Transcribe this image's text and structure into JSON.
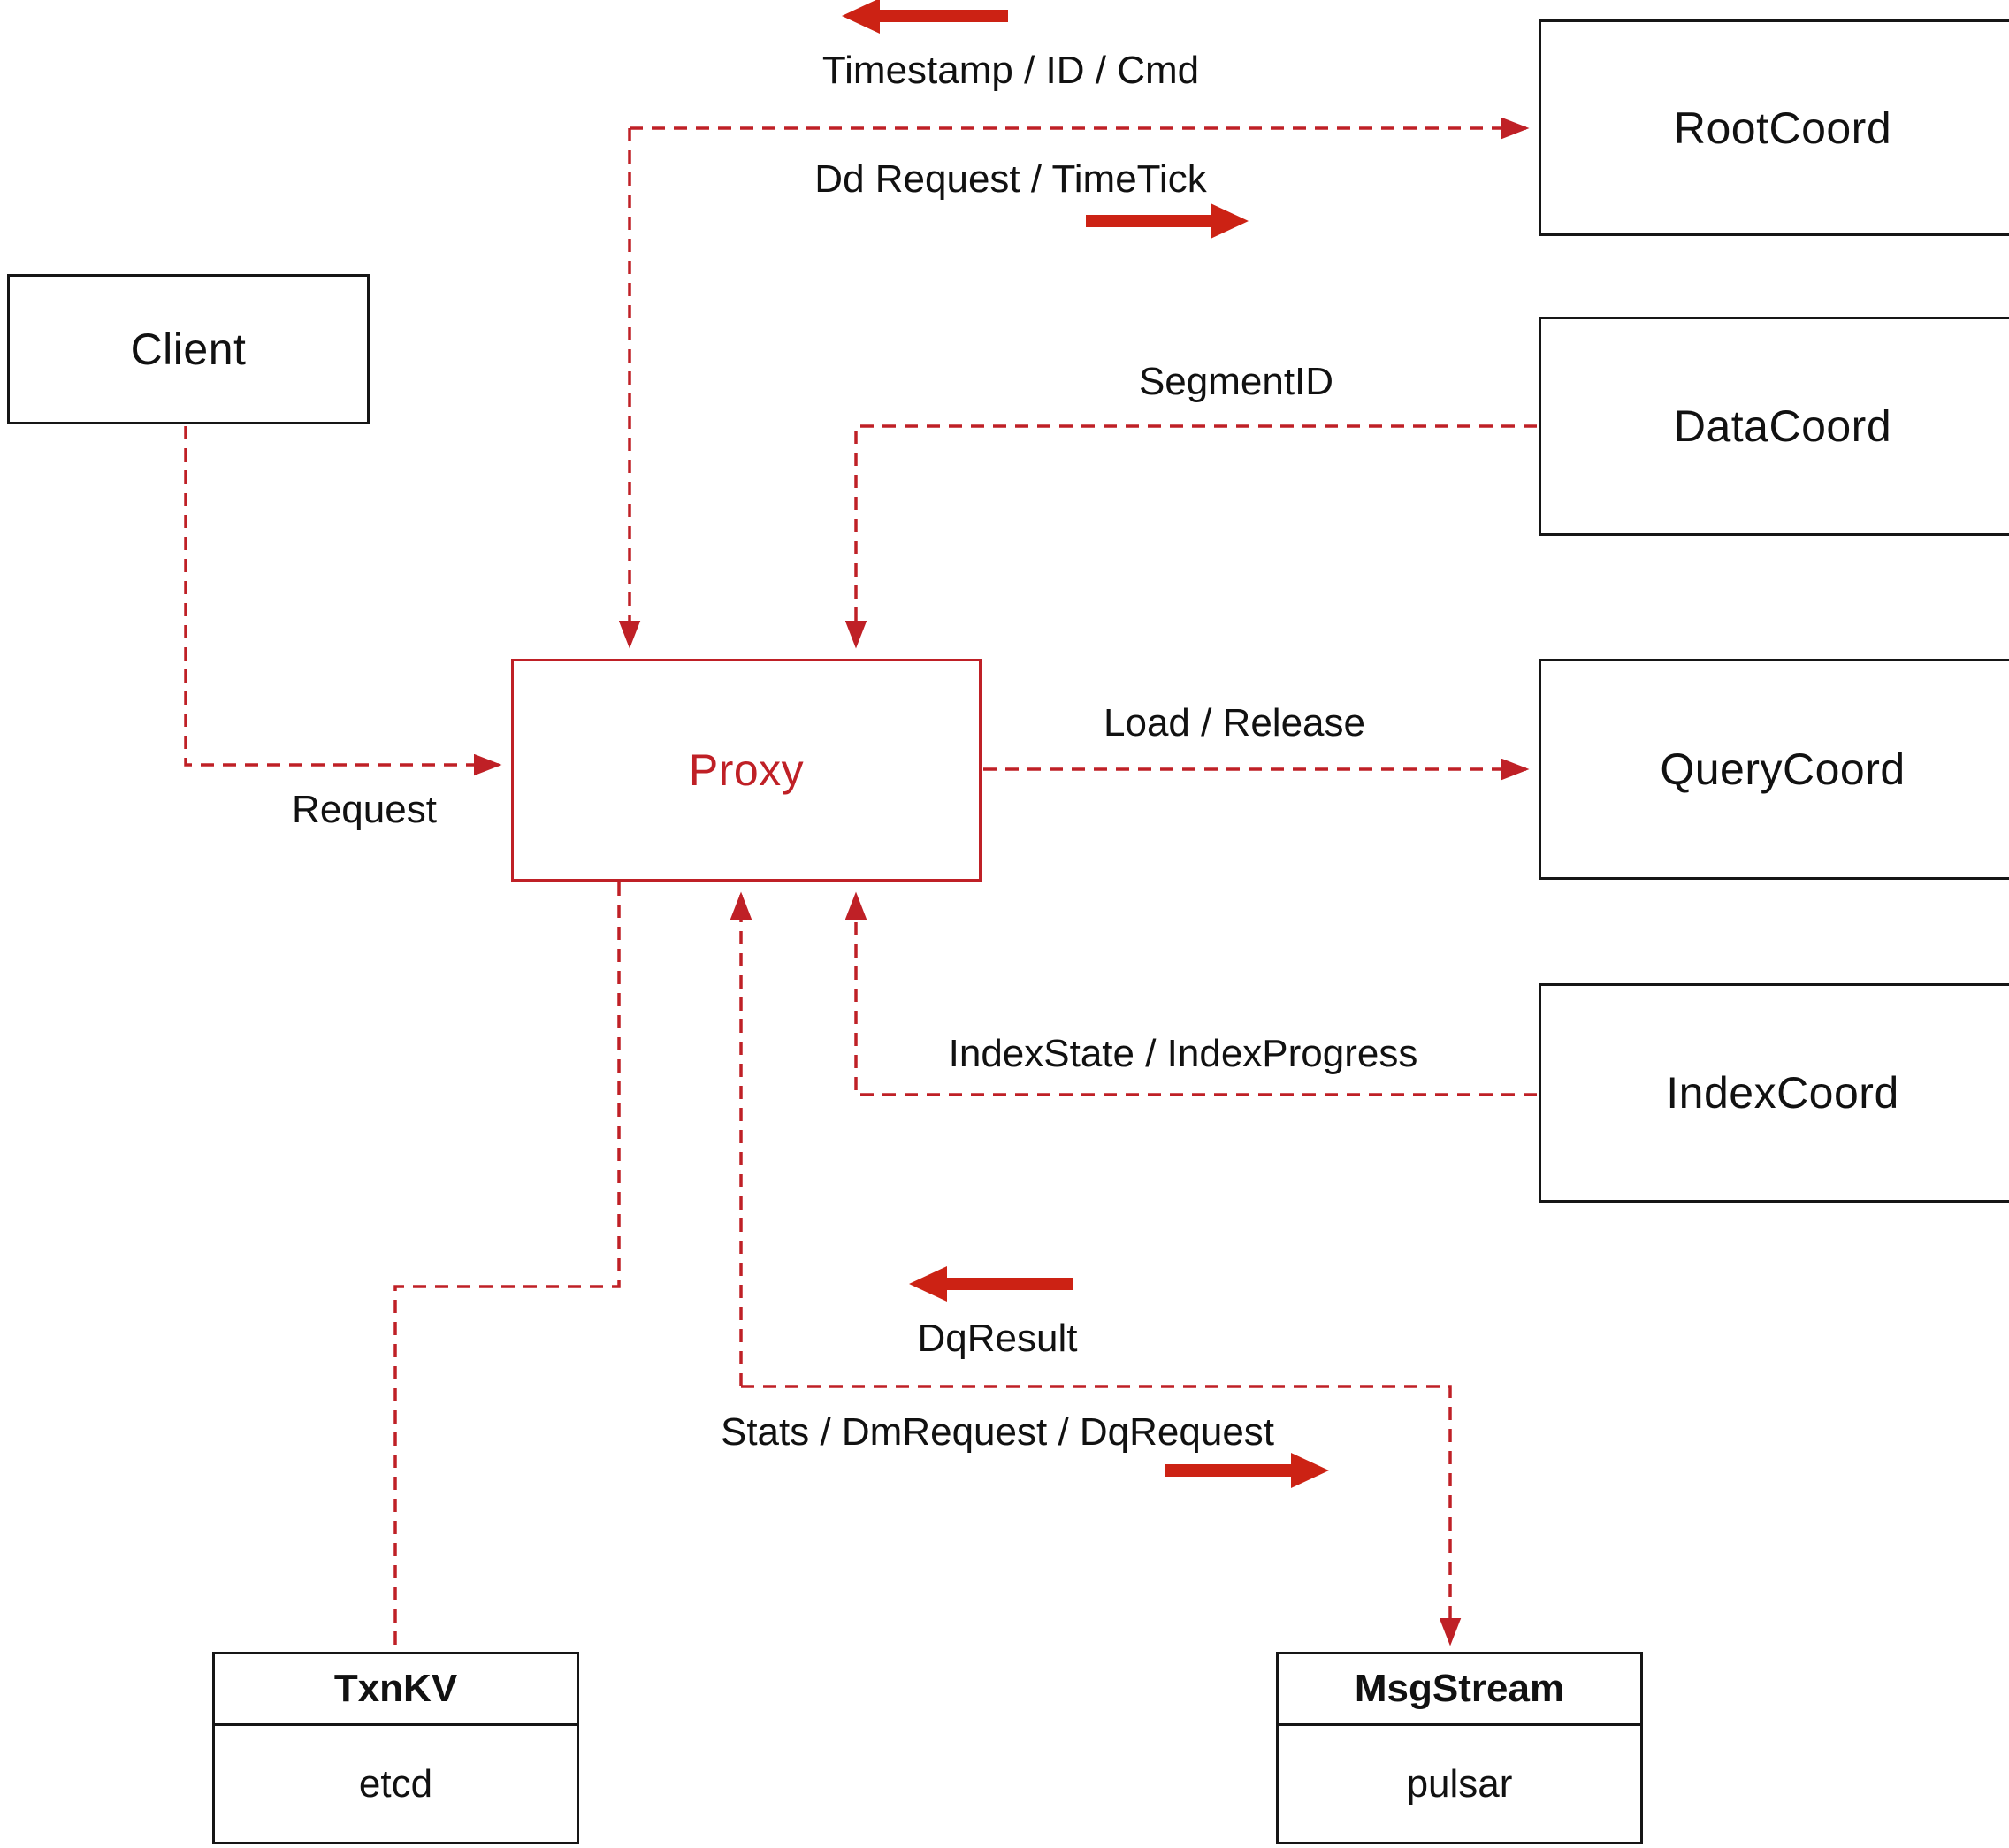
{
  "diagram": {
    "colors": {
      "dashed_line": "#bf2026",
      "direction_arrow": "#cc2214",
      "box_border": "#161616",
      "proxy_accent": "#bf2026",
      "text": "#111111",
      "background": "#ffffff"
    },
    "nodes": {
      "client": {
        "label": "Client"
      },
      "rootcoord": {
        "label": "RootCoord"
      },
      "datacoord": {
        "label": "DataCoord"
      },
      "querycoord": {
        "label": "QueryCoord"
      },
      "indexcoord": {
        "label": "IndexCoord"
      },
      "proxy": {
        "label": "Proxy"
      },
      "txnkv": {
        "title": "TxnKV",
        "body": "etcd"
      },
      "msgstream": {
        "title": "MsgStream",
        "body": "pulsar"
      }
    },
    "edge_labels": {
      "timestamp_id_cmd": "Timestamp / ID / Cmd",
      "dd_request_timetick": "Dd Request / TimeTick",
      "segment_id": "SegmentID",
      "load_release": "Load / Release",
      "index_state_progress": "IndexState / IndexProgress",
      "request": "Request",
      "dq_result": "DqResult",
      "stats_dm_dq": "Stats / DmRequest / DqRequest"
    }
  }
}
